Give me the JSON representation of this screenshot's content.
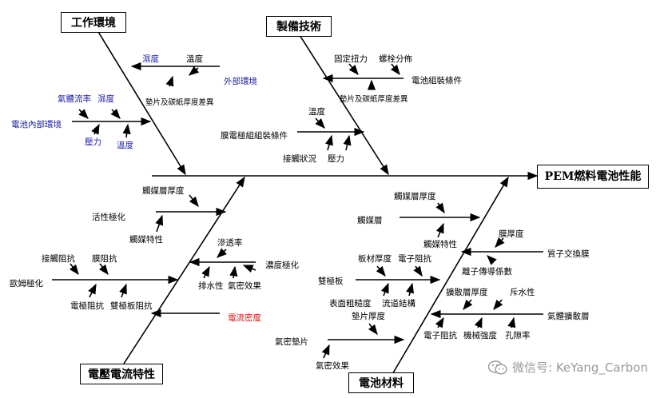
{
  "result": "PEM燃料電池性能",
  "categories": {
    "work_env": "工作環境",
    "tech": "製備技術",
    "voltage": "電壓電流特性",
    "material": "電池材料"
  },
  "labels": {
    "humidity_top": "濕度",
    "temperature_top": "溫度",
    "external_env": "外部環境",
    "gas_flow": "氣體流率",
    "humidity_mid": "濕度",
    "internal_env": "電池內部環境",
    "pressure": "壓力",
    "temperature_bot": "溫度",
    "thickness_diff_1": "墊片及碳紙厚度差異",
    "fixed_torque": "固定扭力",
    "bolt_dist": "螺栓分佈",
    "cell_assembly": "電池組裝條件",
    "thickness_diff_2": "墊片及碳紙厚度差異",
    "humidity_mea": "溫度",
    "mea_assembly": "膜電極組組裝條件",
    "contact": "接觸狀況",
    "pressure_mea": "壓力",
    "catalyst_thick_l": "觸媒層厚度",
    "activation": "活性極化",
    "catalyst_prop_l": "觸媒特性",
    "permeability": "滲透率",
    "conc_polar": "濃度極化",
    "drainage": "排水性",
    "seal_eff_l": "氣密效果",
    "contact_res": "接觸阻抗",
    "membrane_res": "膜阻抗",
    "ohmic": "歐姆極化",
    "electrode_res": "電極阻抗",
    "bipolar_res": "雙極板阻抗",
    "current_density": "電流密度",
    "catalyst_thick_r": "觸媒層厚度",
    "catalyst_layer": "觸媒層",
    "catalyst_prop_r": "觸媒特性",
    "membrane_thick": "膜厚度",
    "pem": "質子交換膜",
    "plate_thick": "板材厚度",
    "elec_res_r": "電子阻抗",
    "bipolar": "雙極板",
    "ion_cond": "離子傳導係數",
    "surface_rough": "表面粗糙度",
    "flow_struct": "流道結構",
    "diff_thick": "擴散層厚度",
    "hydrophobic": "斥水性",
    "gasket_thick": "墊片厚度",
    "gdl": "氣體擴散層",
    "gasket": "氣密墊片",
    "elec_res_b": "電子阻抗",
    "mech_strength": "機械強度",
    "porosity": "孔隙率",
    "seal_eff_r": "氣密效果"
  },
  "watermark": "微信号: KeYang_Carbon",
  "colors": {
    "line": "#000000",
    "blue": "#1a1aa8",
    "red": "#e01010",
    "watermark": "#9a9a9a"
  }
}
